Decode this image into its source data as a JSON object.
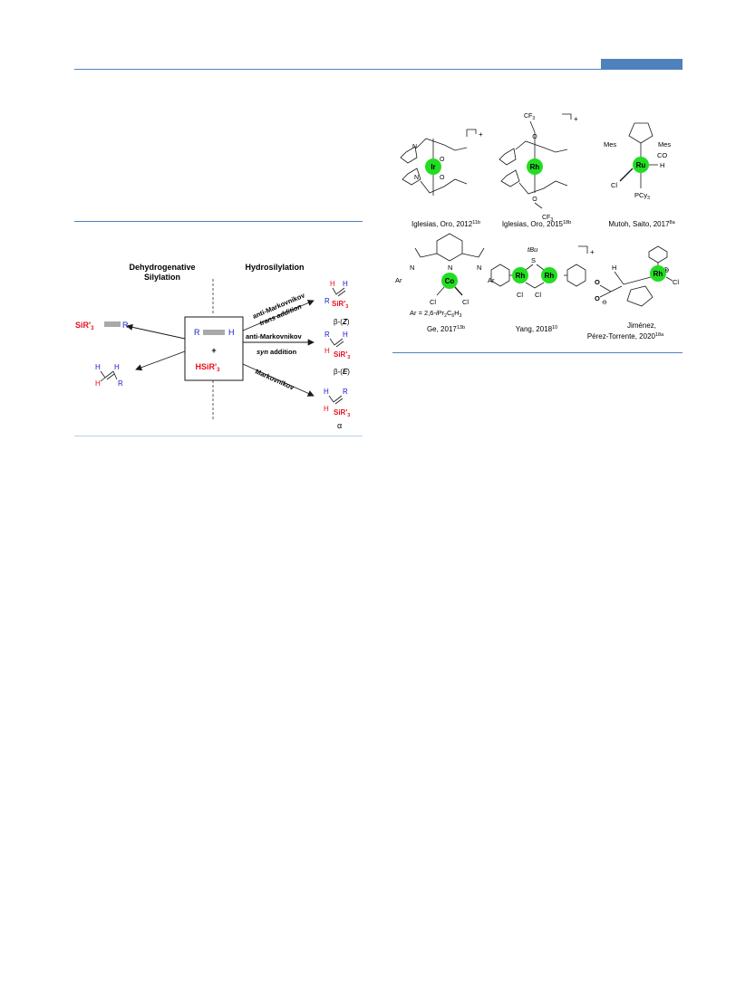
{
  "scheme": {
    "heading_left": "Dehydrogenative Silylation",
    "heading_left_l1": "Dehydrogenative",
    "heading_left_l2": "Silylation",
    "heading_right": "Hydrosilylation",
    "reagent_R": "R",
    "reagent_H": "H",
    "plus": "+",
    "silane": "HSiR'",
    "silane_sub": "3",
    "alkynyl_silane_label": "SiR'",
    "alkynyl_silane_sub": "3",
    "alkynyl_R": "R",
    "alkene_H1": "H",
    "alkene_H2": "H",
    "alkene_H3": "H",
    "alkene_R": "R",
    "arrow1_l1": "anti-Markovnikov",
    "arrow1_l2": "trans addition",
    "arrow2_l1": "anti-Markovnikov",
    "arrow2_l2_italic": "syn",
    "arrow2_l2_rest": " addition",
    "arrow3": "Markovnikov",
    "product_Z": "β-(Z)",
    "product_Z_prefix": "β-(",
    "product_Z_letter": "Z",
    "product_E_prefix": "β-(",
    "product_E_letter": "E",
    "product_alpha": "α",
    "SiR3": "SiR'",
    "SiR3_sub": "3"
  },
  "catalysts": [
    {
      "caption": "Iglesias, Oro, 2012",
      "ref": "11b",
      "metal": "Ir",
      "charge": "+"
    },
    {
      "caption": "Iglesias, Oro, 2015",
      "ref": "18b",
      "metal": "Rh",
      "charge": "+",
      "cf3_top": "CF",
      "cf3_bottom": "CF"
    },
    {
      "caption": "Mutoh, Saito, 2017",
      "ref": "8a",
      "metal": "Ru",
      "mes_left": "Mes",
      "mes_right": "Mes",
      "co": "CO",
      "h": "H",
      "cl": "Cl",
      "pcy3": "PCy"
    },
    {
      "caption": "Ge, 2017",
      "ref": "13b",
      "metal": "Co",
      "ar_note": "Ar = 2,6-iPr2C6H3",
      "ar_left": "Ar",
      "ar_right": "Ar",
      "cl1": "Cl",
      "cl2": "Cl",
      "n1": "N",
      "n2": "N",
      "n3": "N"
    },
    {
      "caption": "Yang, 2018",
      "ref": "10",
      "metal": "Rh",
      "tbu": "tBu",
      "s": "S",
      "cl1": "Cl",
      "cl2": "Cl",
      "charge": "+"
    },
    {
      "caption_l1": "Jiménez,",
      "caption_l2": "Pérez-Torrente, 2020",
      "ref": "18a",
      "metal": "Rh",
      "cl": "Cl",
      "h": "H",
      "o1": "O",
      "o2": "O",
      "charge": "⊕",
      "minus": "⊖"
    }
  ],
  "ar_note_parts": {
    "a": "Ar = 2,6-",
    "b": "i",
    "c": "Pr",
    "d": "2",
    "e": "C",
    "f": "6",
    "g": "H",
    "h": "3"
  },
  "colors": {
    "accent": "#4f81bd",
    "metal": "#22dd22",
    "red": "#e8101a",
    "blue": "#1a1ad0"
  }
}
